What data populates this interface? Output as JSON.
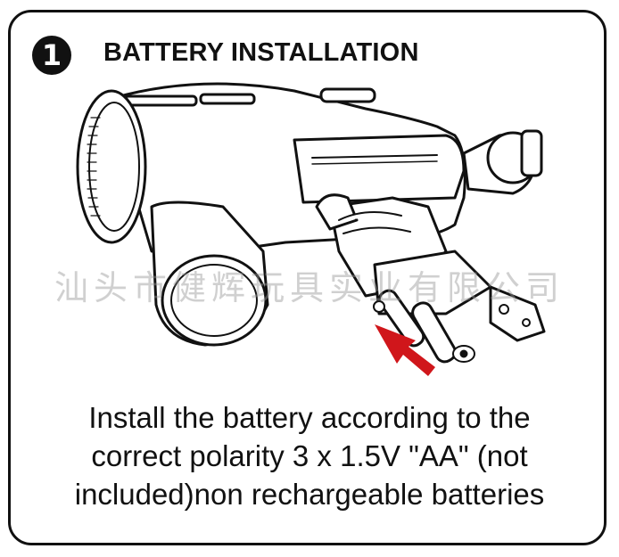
{
  "step": {
    "number": "1",
    "title": "BATTERY INSTALLATION"
  },
  "watermark": {
    "text": "汕头市健辉玩具实业有限公司"
  },
  "instructions": {
    "line1": "Install the battery according to the",
    "line2": "correct polarity 3 x 1.5V \"AA\" (not",
    "line3": "included)non rechargeable batteries"
  },
  "colors": {
    "border": "#111111",
    "arrow": "#d0161b",
    "background": "#ffffff"
  },
  "icons": {
    "step_badge": "circled-number-icon",
    "arrow": "insert-arrow-icon"
  }
}
